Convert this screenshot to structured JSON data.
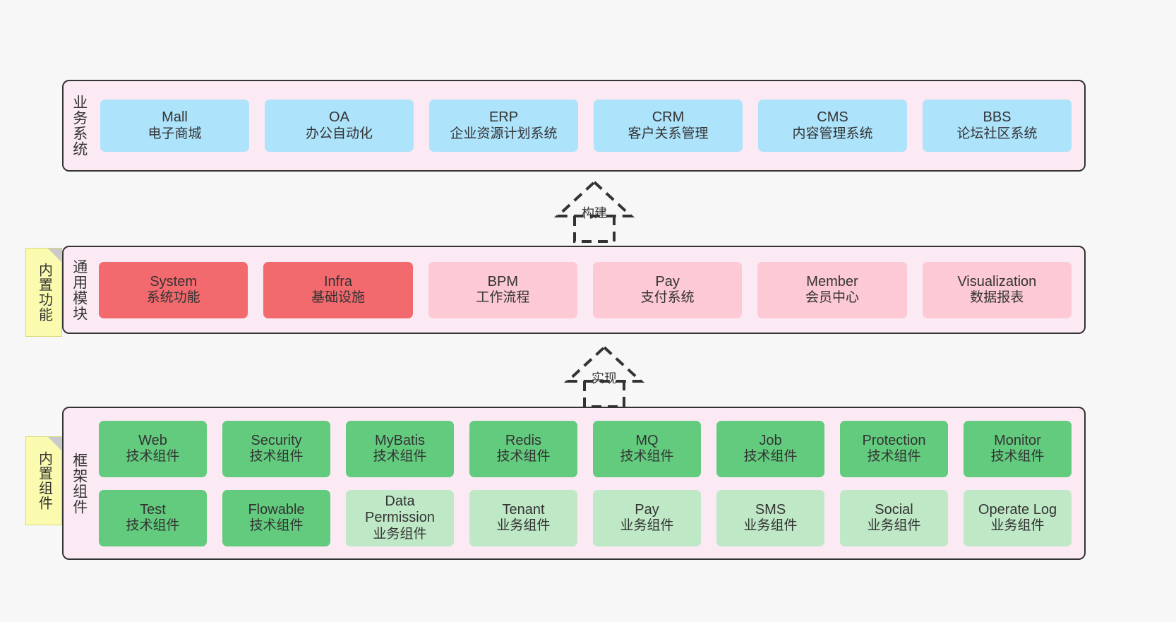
{
  "theme": {
    "background": "#f7f7f7",
    "band_fill": "#fbeaf4",
    "band_border": "#333333",
    "note_fill": "#fbfbaf",
    "blue": "#ade3fb",
    "red": "#f2696e",
    "pink": "#fcc9d4",
    "green": "#63cb7e",
    "green_pale": "#bfe8c6"
  },
  "notes": [
    {
      "id": "builtin-features",
      "text": "内置功能"
    },
    {
      "id": "builtin-components",
      "text": "内置组件"
    }
  ],
  "arrows": [
    {
      "id": "build",
      "label": "构建",
      "style": "dashed-generalization",
      "direction": "up"
    },
    {
      "id": "implement",
      "label": "实现",
      "style": "dashed-generalization",
      "direction": "up"
    }
  ],
  "layers": [
    {
      "id": "business-systems",
      "label": "业务系统",
      "rows": [
        [
          {
            "title": "Mall",
            "subtitle": "电子商城",
            "color": "blue"
          },
          {
            "title": "OA",
            "subtitle": "办公自动化",
            "color": "blue"
          },
          {
            "title": "ERP",
            "subtitle": "企业资源计划系统",
            "color": "blue"
          },
          {
            "title": "CRM",
            "subtitle": "客户关系管理",
            "color": "blue"
          },
          {
            "title": "CMS",
            "subtitle": "内容管理系统",
            "color": "blue"
          },
          {
            "title": "BBS",
            "subtitle": "论坛社区系统",
            "color": "blue"
          }
        ]
      ]
    },
    {
      "id": "common-modules",
      "label": "通用模块",
      "rows": [
        [
          {
            "title": "System",
            "subtitle": "系统功能",
            "color": "red"
          },
          {
            "title": "Infra",
            "subtitle": "基础设施",
            "color": "red"
          },
          {
            "title": "BPM",
            "subtitle": "工作流程",
            "color": "pink"
          },
          {
            "title": "Pay",
            "subtitle": "支付系统",
            "color": "pink"
          },
          {
            "title": "Member",
            "subtitle": "会员中心",
            "color": "pink"
          },
          {
            "title": "Visualization",
            "subtitle": "数据报表",
            "color": "pink"
          }
        ]
      ]
    },
    {
      "id": "framework-components",
      "label": "框架组件",
      "rows": [
        [
          {
            "title": "Web",
            "subtitle": "技术组件",
            "color": "green"
          },
          {
            "title": "Security",
            "subtitle": "技术组件",
            "color": "green"
          },
          {
            "title": "MyBatis",
            "subtitle": "技术组件",
            "color": "green"
          },
          {
            "title": "Redis",
            "subtitle": "技术组件",
            "color": "green"
          },
          {
            "title": "MQ",
            "subtitle": "技术组件",
            "color": "green"
          },
          {
            "title": "Job",
            "subtitle": "技术组件",
            "color": "green"
          },
          {
            "title": "Protection",
            "subtitle": "技术组件",
            "color": "green"
          },
          {
            "title": "Monitor",
            "subtitle": "技术组件",
            "color": "green"
          }
        ],
        [
          {
            "title": "Test",
            "subtitle": "技术组件",
            "color": "green"
          },
          {
            "title": "Flowable",
            "subtitle": "技术组件",
            "color": "green"
          },
          {
            "title": "Data Permission",
            "subtitle": "业务组件",
            "color": "green-pale"
          },
          {
            "title": "Tenant",
            "subtitle": "业务组件",
            "color": "green-pale"
          },
          {
            "title": "Pay",
            "subtitle": "业务组件",
            "color": "green-pale"
          },
          {
            "title": "SMS",
            "subtitle": "业务组件",
            "color": "green-pale"
          },
          {
            "title": "Social",
            "subtitle": "业务组件",
            "color": "green-pale"
          },
          {
            "title": "Operate Log",
            "subtitle": "业务组件",
            "color": "green-pale"
          }
        ]
      ]
    }
  ]
}
